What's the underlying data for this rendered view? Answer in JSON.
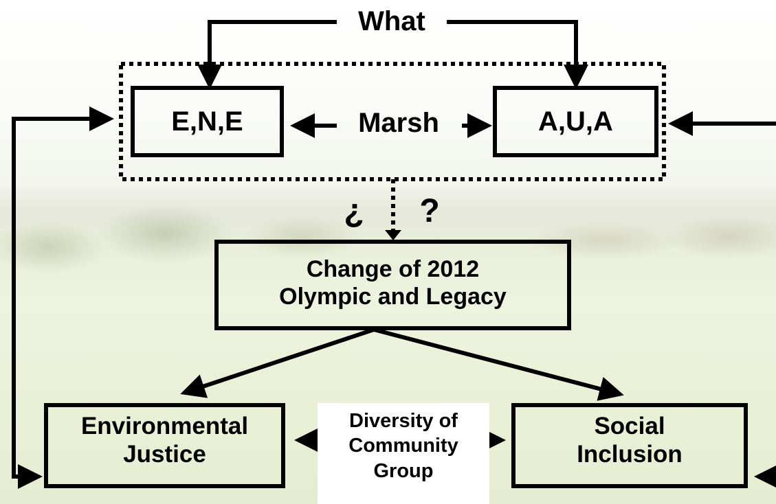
{
  "diagram": {
    "top_label": "What",
    "middle_label": "Marsh",
    "left_top_box": "E,N,E",
    "right_top_box": "A,U,A",
    "question_open": "¿",
    "question_close": "?",
    "center_box_line1": "Change of 2012",
    "center_box_line2": "Olympic and Legacy",
    "bottom_left_line1": "Environmental",
    "bottom_left_line2": "Justice",
    "bottom_right_line1": "Social",
    "bottom_right_line2": "Inclusion",
    "bottom_center_line1": "Diversity of",
    "bottom_center_line2": "Community",
    "bottom_center_line3": "Group"
  },
  "colors": {
    "stroke": "#000000",
    "text": "#000000",
    "background": "#f0f3e6"
  }
}
